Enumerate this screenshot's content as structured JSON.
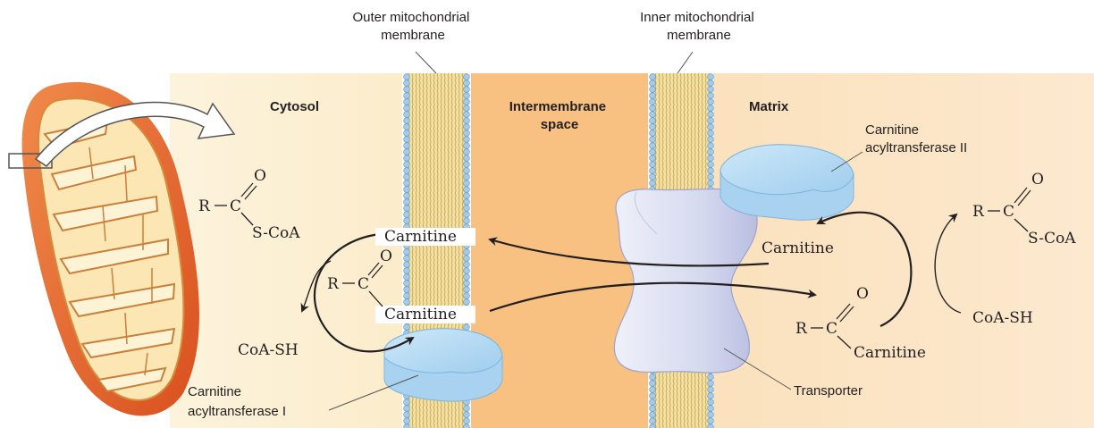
{
  "labels": {
    "outer_membrane": [
      "Outer mitochondrial",
      "membrane"
    ],
    "inner_membrane": [
      "Inner mitochondrial",
      "membrane"
    ],
    "cytosol": "Cytosol",
    "intermembrane": [
      "Intermembrane",
      "space"
    ],
    "matrix": "Matrix",
    "cat_one": [
      "Carnitine",
      "acyltransferase I"
    ],
    "cat_two": [
      "Carnitine",
      "acyltransferase II"
    ],
    "transporter": "Transporter"
  },
  "chem": {
    "r": "R",
    "c": "C",
    "o": "O",
    "s_coa": "S-CoA",
    "coa_sh": "CoA-SH",
    "carnitine": "Carnitine"
  },
  "colors": {
    "cytosol_bg": "#fbeccb",
    "intermembrane_bg": "#f8c182",
    "matrix_bg": "#fbe1bd",
    "membrane_head": "#a6cbe9",
    "membrane_tail": "#ecd58a",
    "enzyme": "#bfe0f5",
    "transporter": "#dde1f2",
    "mito_outer": "#e96a2b"
  }
}
